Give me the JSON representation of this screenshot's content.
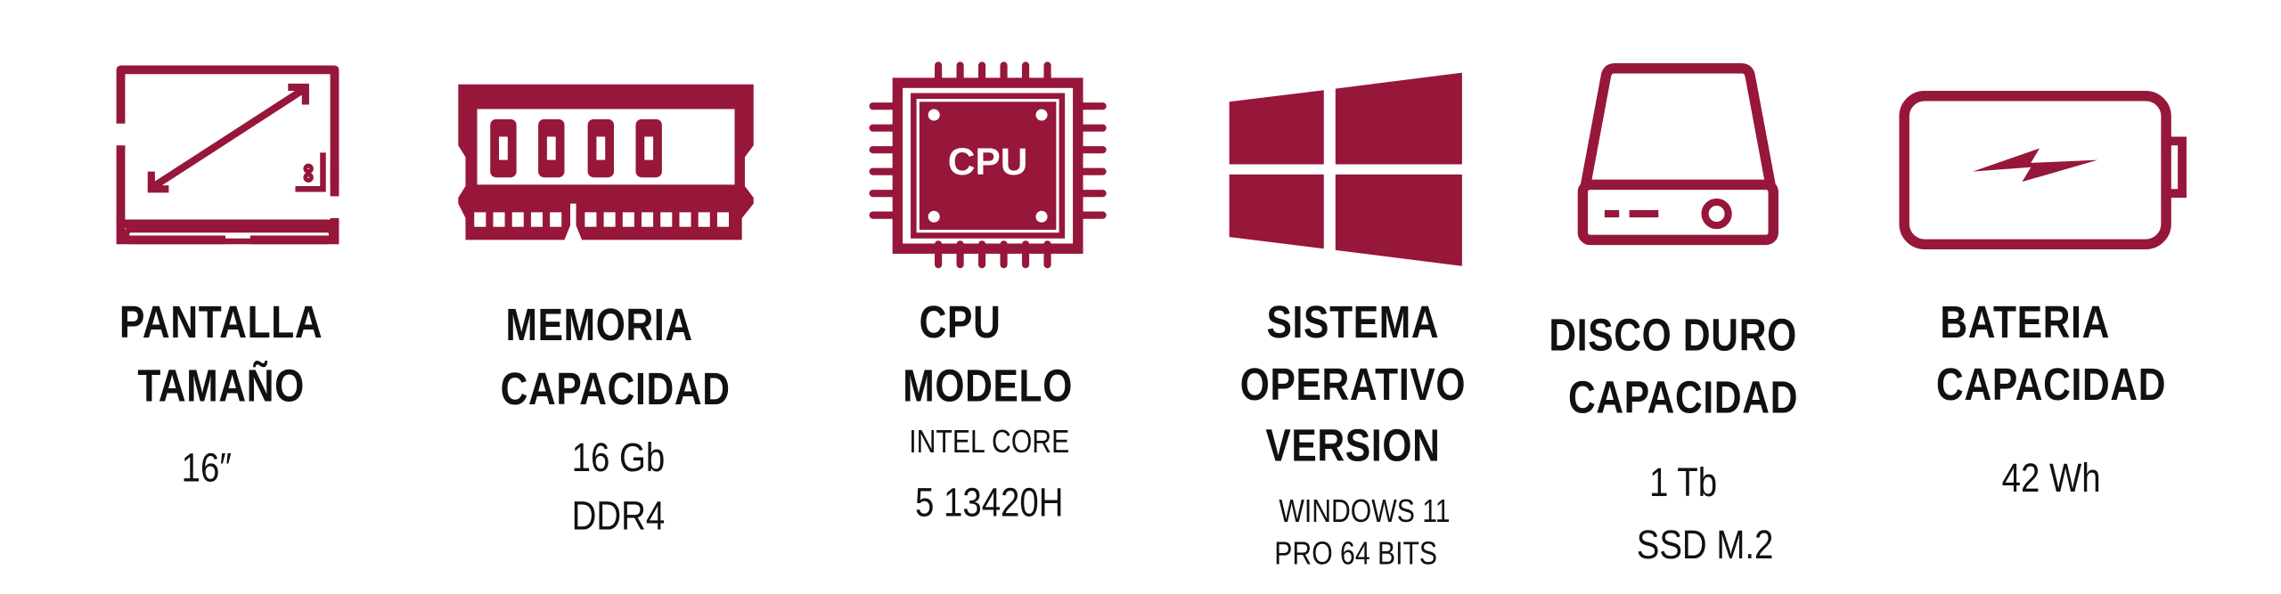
{
  "accent_color": "#96173a",
  "specs": [
    {
      "icon": "monitor-size-icon",
      "title": [
        "PANTALLA",
        "TAMAÑO"
      ],
      "values": [
        "16″"
      ]
    },
    {
      "icon": "ram-memory-icon",
      "title": [
        "MEMORIA",
        "CAPACIDAD"
      ],
      "values": [
        "16 Gb",
        "DDR4"
      ]
    },
    {
      "icon": "cpu-chip-icon",
      "icon_label": "CPU",
      "title": [
        "CPU",
        "MODELO"
      ],
      "values": [
        "INTEL CORE",
        "5 13420H"
      ]
    },
    {
      "icon": "windows-logo-icon",
      "title": [
        "SISTEMA",
        "OPERATIVO",
        "VERSION"
      ],
      "values": [
        "WINDOWS 11",
        "PRO 64 BITS"
      ]
    },
    {
      "icon": "hard-drive-icon",
      "title": [
        "DISCO DURO",
        "CAPACIDAD"
      ],
      "values": [
        "1 Tb",
        "SSD M.2"
      ]
    },
    {
      "icon": "battery-icon",
      "title": [
        "BATERIA",
        "CAPACIDAD"
      ],
      "values": [
        "42 Wh"
      ]
    }
  ]
}
